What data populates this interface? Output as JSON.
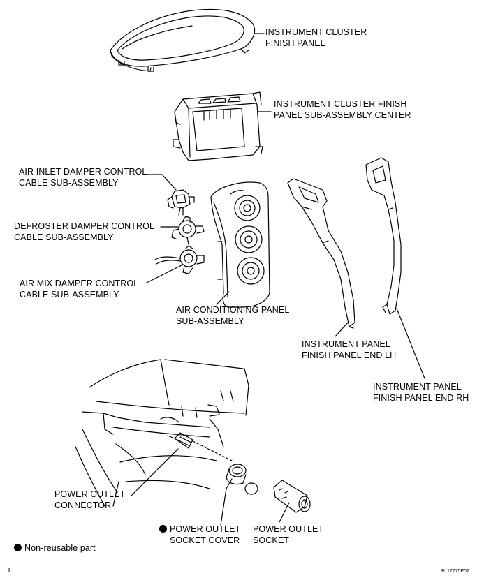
{
  "labels": {
    "cluster_panel_1": "INSTRUMENT CLUSTER",
    "cluster_panel_2": "FINISH PANEL",
    "center_1": "INSTRUMENT CLUSTER FINISH",
    "center_2": "PANEL SUB-ASSEMBLY CENTER",
    "air_inlet_1": "AIR INLET DAMPER CONTROL",
    "air_inlet_2": "CABLE SUB-ASSEMBLY",
    "defroster_1": "DEFROSTER DAMPER CONTROL",
    "defroster_2": "CABLE SUB-ASSEMBLY",
    "air_mix_1": "AIR MIX DAMPER CONTROL",
    "air_mix_2": "CABLE SUB-ASSEMBLY",
    "ac_panel_1": "AIR CONDITIONING PANEL",
    "ac_panel_2": "SUB-ASSEMBLY",
    "end_lh_1": "INSTRUMENT PANEL",
    "end_lh_2": "FINISH PANEL END LH",
    "end_rh_1": "INSTRUMENT PANEL",
    "end_rh_2": "FINISH PANEL END RH",
    "outlet_connector_1": "POWER OUTLET",
    "outlet_connector_2": "CONNECTOR",
    "socket_cover_1": "POWER OUTLET",
    "socket_cover_2": "SOCKET COVER",
    "socket_1": "POWER OUTLET",
    "socket_2": "SOCKET"
  },
  "legend": {
    "text": "Non-reusable part"
  },
  "corner_mark": "T",
  "figure_code": "B117775E02"
}
